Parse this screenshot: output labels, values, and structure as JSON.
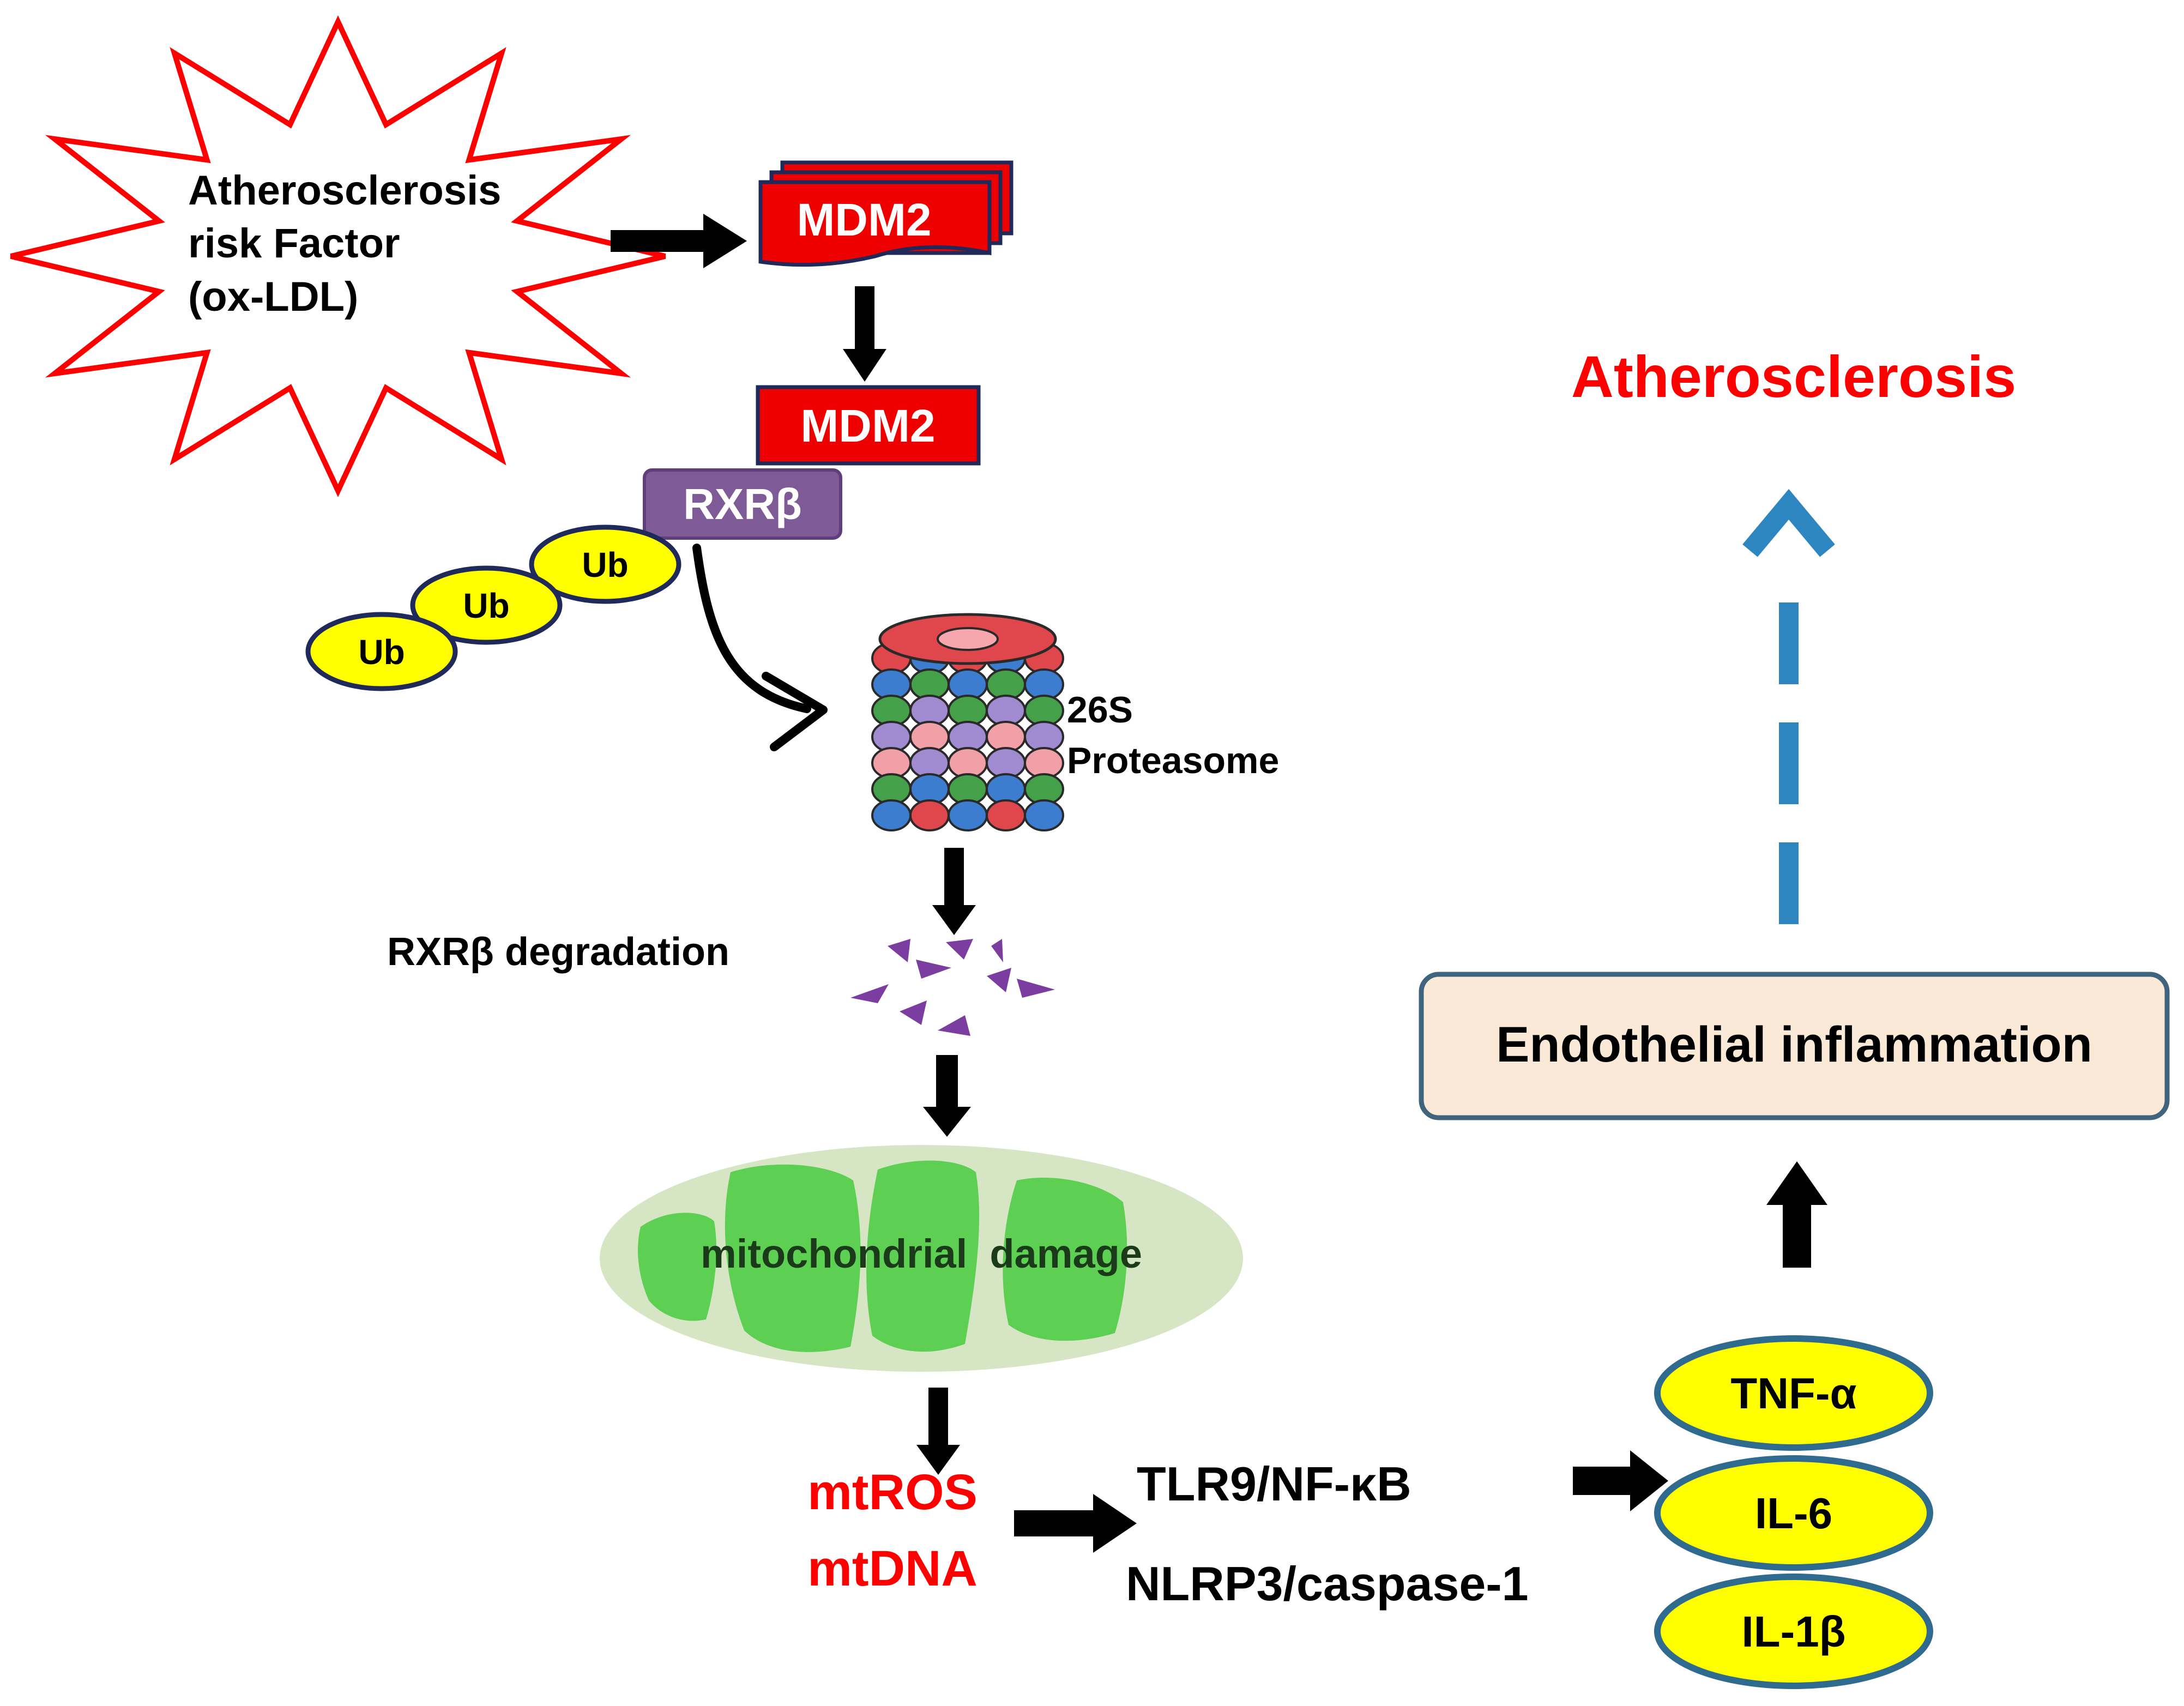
{
  "risk_factor": {
    "lines": [
      "Atherosclerosis",
      "risk Factor",
      "(ox-LDL)"
    ]
  },
  "mdm2": {
    "stacked_label": "MDM2",
    "bound_label": "MDM2"
  },
  "rxrb": {
    "label": "RXRβ"
  },
  "ubiquitin": {
    "labels": [
      "Ub",
      "Ub",
      "Ub"
    ]
  },
  "proteasome": {
    "lines": [
      "26S",
      "Proteasome"
    ]
  },
  "degradation": {
    "label": "RXRβ degradation"
  },
  "mitochondria": {
    "label": "mitochondrial  damage"
  },
  "mito_products": {
    "lines": [
      "mtROS",
      "mtDNA"
    ]
  },
  "pathways": {
    "lines": [
      "TLR9/NF-κB",
      "NLRP3/caspase-1"
    ]
  },
  "cytokines": {
    "labels": [
      "TNF-α",
      "IL-6",
      "IL-1β"
    ]
  },
  "inflammation": {
    "label": "Endothelial inflammation"
  },
  "outcome": {
    "label": "Atherosclerosis"
  },
  "colors": {
    "red": "#ff0000",
    "mdm2_fill": "#ee0000",
    "navy": "#1f2a5a",
    "rxrb_fill": "#7e5a97",
    "ub_fill": "#ffff00",
    "mito_bg": "#d6e6c4",
    "mito_green": "#5dcf52",
    "degradation_purple": "#7b3d9f",
    "cytokine_border": "#2f6a8f",
    "inflammation_fill": "#fbe9d7",
    "inflammation_border": "#40647e",
    "dashed_blue": "#2e86c1"
  }
}
